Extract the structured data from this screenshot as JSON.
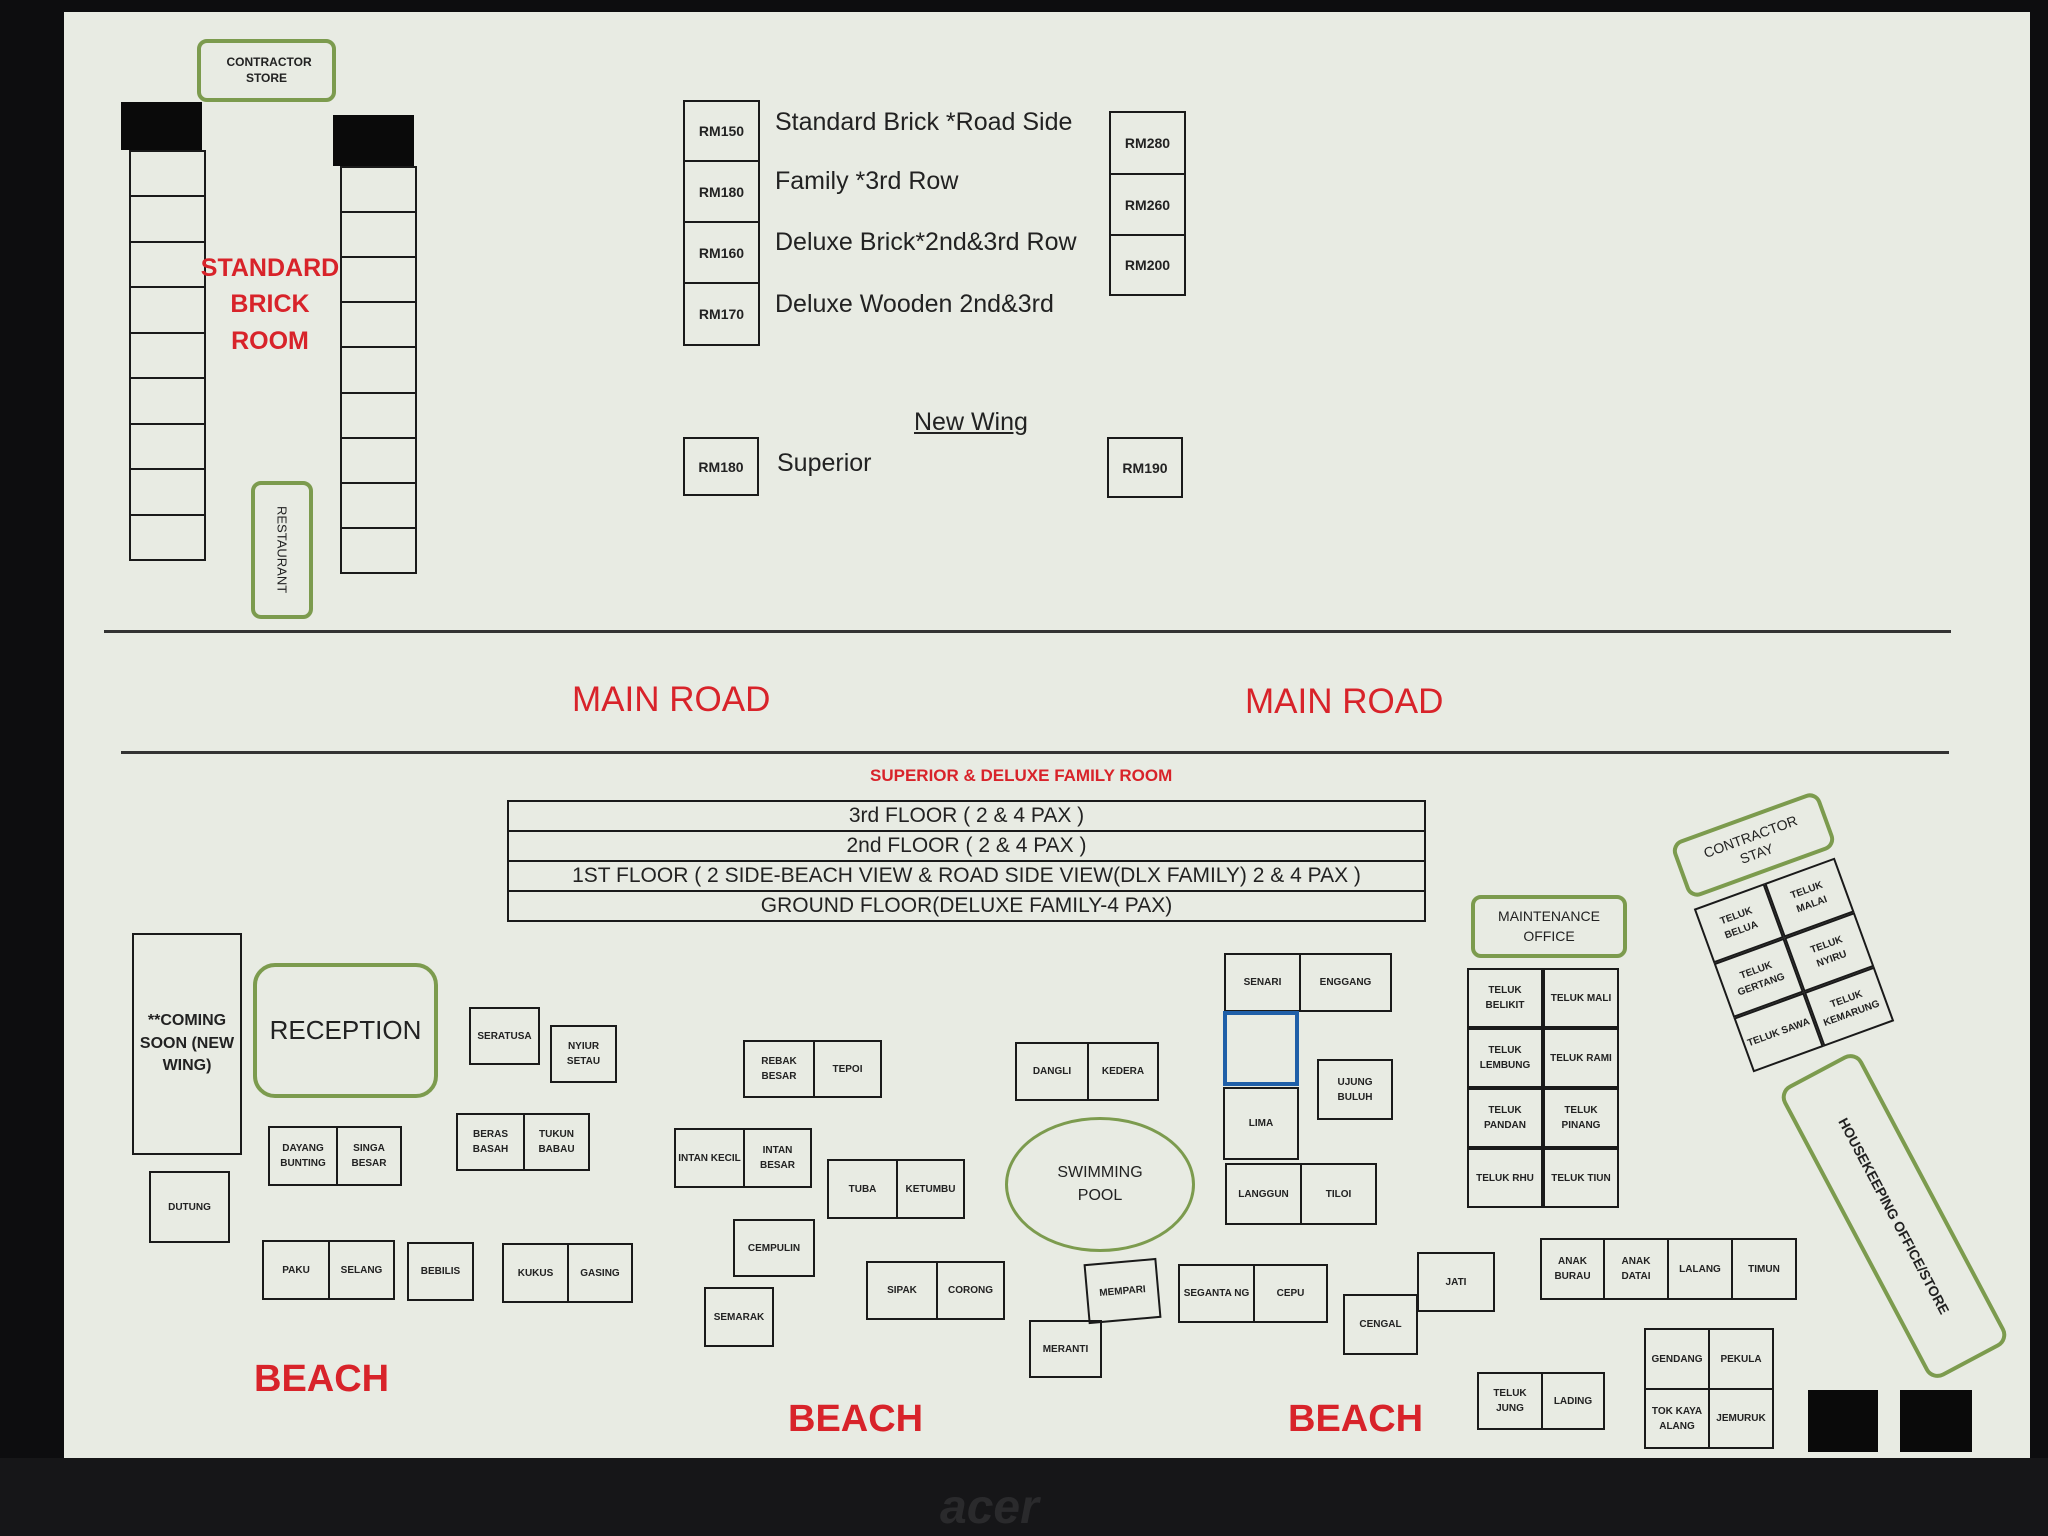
{
  "top_area": {
    "contractor_store": "CONTRACTOR STORE",
    "standard_brick_room": "STANDARD BRICK ROOM",
    "restaurant": "RESTAURANT"
  },
  "price_list": {
    "left_prices": [
      "RM150",
      "RM180",
      "RM160",
      "RM170"
    ],
    "labels": [
      "Standard Brick *Road Side",
      "Family *3rd Row",
      "Deluxe Brick*2nd&3rd Row",
      "Deluxe Wooden  2nd&3rd"
    ],
    "right_prices": [
      "RM280",
      "RM260",
      "RM200"
    ],
    "new_wing_title": "New Wing",
    "superior_label": "Superior",
    "superior_left_price": "RM180",
    "superior_right_price": "RM190"
  },
  "roads": [
    "MAIN ROAD",
    "MAIN ROAD"
  ],
  "family_block": {
    "title": "SUPERIOR & DELUXE FAMILY ROOM",
    "floors": [
      "3rd FLOOR ( 2 & 4 PAX )",
      "2nd FLOOR ( 2 & 4 PAX )",
      "1ST FLOOR ( 2 SIDE-BEACH VIEW & ROAD SIDE VIEW(DLX FAMILY) 2 & 4 PAX )",
      "GROUND FLOOR(DELUXE FAMILY-4 PAX)"
    ]
  },
  "facilities": {
    "coming_soon": "**COMING SOON (NEW WING)",
    "reception": "RECEPTION",
    "swimming_pool": "SWIMMING POOL",
    "maintenance_office": "MAINTENANCE OFFICE",
    "contractor_stay": "CONTRACTOR STAY",
    "housekeeping": "HOUSEKEEPING OFFICE/STORE"
  },
  "rooms": {
    "dutung": "DUTUNG",
    "dayang_bunting": "DAYANG BUNTING",
    "singa_besar": "SINGA BESAR",
    "paku": "PAKU",
    "selang": "SELANG",
    "bebilis": "BEBILIS",
    "kukus": "KUKUS",
    "gasing": "GASING",
    "seratusa": "SERATUSA",
    "nyiur_setau": "NYIUR SETAU",
    "beras_basah": "BERAS BASAH",
    "tukun_babau": "TUKUN BABAU",
    "rebak_besar": "REBAK BESAR",
    "tepoi": "TEPOI",
    "intan_kecil": "INTAN KECIL",
    "intan_besar": "INTAN BESAR",
    "tuba": "TUBA",
    "ketumbu": "KETUMBU",
    "cempulin": "CEMPULIN",
    "semarak": "SEMARAK",
    "sipak": "SIPAK",
    "corong": "CORONG",
    "dangli": "DANGLI",
    "kedera": "KEDERA",
    "mempari": "MEMPARI",
    "meranti": "MERANTI",
    "senari": "SENARI",
    "enggang": "ENGGANG",
    "lima": "LIMA",
    "ujung_buluh": "UJUNG BULUH",
    "langgun": "LANGGUN",
    "tiloi": "TILOI",
    "segantang": "SEGANTA NG",
    "cepu": "CEPU",
    "cengal": "CENGAL",
    "jati": "JATI",
    "anak_burau": "ANAK BURAU",
    "anak_datai": "ANAK DATAI",
    "lalang": "LALANG",
    "timun": "TIMUN",
    "teluk_jung": "TELUK JUNG",
    "lading": "LADING",
    "gendang": "GENDANG",
    "pekula": "PEKULA",
    "tok_kaya_alang": "TOK KAYA ALANG",
    "jemuruk": "JEMURUK"
  },
  "teluk_block": [
    "TELUK BELIKIT",
    "TELUK MALI",
    "TELUK LEMBUNG",
    "TELUK RAMI",
    "TELUK PANDAN",
    "TELUK PINANG",
    "TELUK RHU",
    "TELUK TIUN"
  ],
  "contractor_rooms": [
    "TELUK BELUA",
    "TELUK MALAI",
    "TELUK GERTANG",
    "TELUK NYIRU",
    "TELUK SAWA",
    "TELUK KEMARUNG"
  ],
  "beach_labels": [
    "BEACH",
    "BEACH",
    "BEACH"
  ],
  "monitor_brand": "acer",
  "colors": {
    "label_red": "#d8232a",
    "facility_green": "#7c9b4e",
    "highlight_blue": "#1f5fa8",
    "screen_bg": "#e8ebe3"
  }
}
